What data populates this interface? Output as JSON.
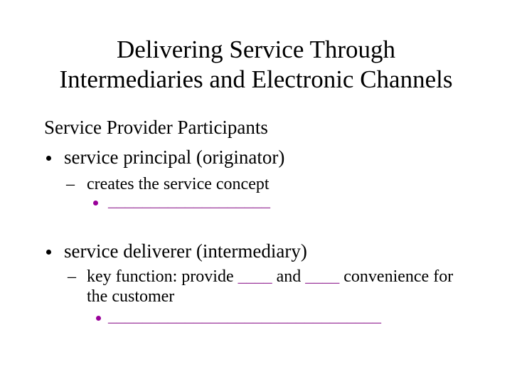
{
  "title": {
    "line1": "Delivering Service Through",
    "line2": "Intermediaries and Electronic Channels"
  },
  "body": {
    "heading": "Service Provider Participants",
    "item1": {
      "bullet": "•",
      "text": "service principal (originator)"
    },
    "item2": {
      "bullet": "–",
      "text": "creates the service concept"
    },
    "item3": {
      "bullet_icon": "purple-dot",
      "blank": "___________________"
    },
    "item4": {
      "bullet": "•",
      "text": "service deliverer (intermediary)"
    },
    "item5": {
      "bullet": "–",
      "part1": "key function: provide ",
      "blank1": "____",
      "part2": " and ",
      "blank2": "____",
      "part3": " convenience for the customer"
    },
    "item6": {
      "bullet_icon": "purple-dot",
      "blank": "________________________________"
    }
  },
  "icons": {
    "level1_bullet": "black-dot",
    "level3_bullet": "purple-dot"
  },
  "colors": {
    "background": "#ffffff",
    "text": "#000000",
    "purple_bullet": "#990099",
    "purple_blank": "#993399"
  }
}
